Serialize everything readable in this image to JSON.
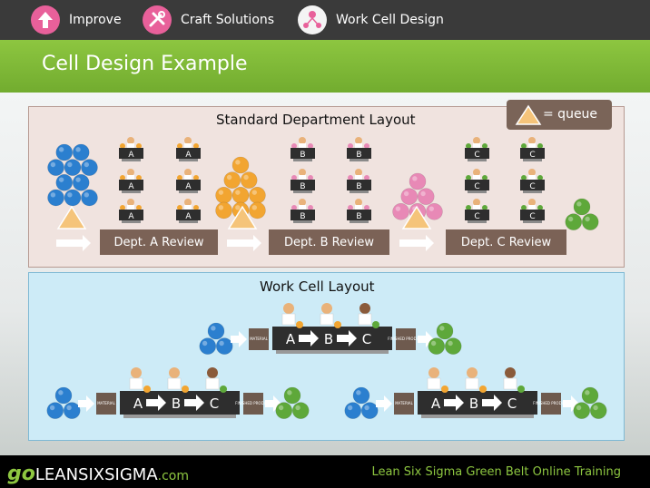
{
  "nav": {
    "items": [
      {
        "label": "Improve",
        "icon": "up-arrow-icon"
      },
      {
        "label": "Craft Solutions",
        "icon": "tools-icon"
      },
      {
        "label": "Work Cell Design",
        "icon": "network-icon"
      }
    ]
  },
  "slide": {
    "title": "Cell Design Example"
  },
  "standard": {
    "title": "Standard Department Layout",
    "legend": "= queue",
    "depts": [
      {
        "label": "Dept. A Review",
        "letter": "A"
      },
      {
        "label": "Dept. B Review",
        "letter": "B"
      },
      {
        "label": "Dept. C Review",
        "letter": "C"
      }
    ]
  },
  "cell": {
    "title": "Work Cell Layout",
    "steps": [
      "A",
      "B",
      "C"
    ],
    "material_label": "MATERIAL",
    "finished_label": "FINISHED PRODUCT"
  },
  "colors": {
    "blue": "#2b7fcf",
    "orange": "#f2a531",
    "pink": "#e889b6",
    "green": "#5ea83a",
    "accent": "#8dc640",
    "brown": "#7b6256"
  },
  "footer": {
    "logo_go": "go",
    "logo_main": "LEANSIXSIGMA",
    "logo_com": ".com",
    "tagline": "Lean Six Sigma Green Belt Online Training"
  }
}
